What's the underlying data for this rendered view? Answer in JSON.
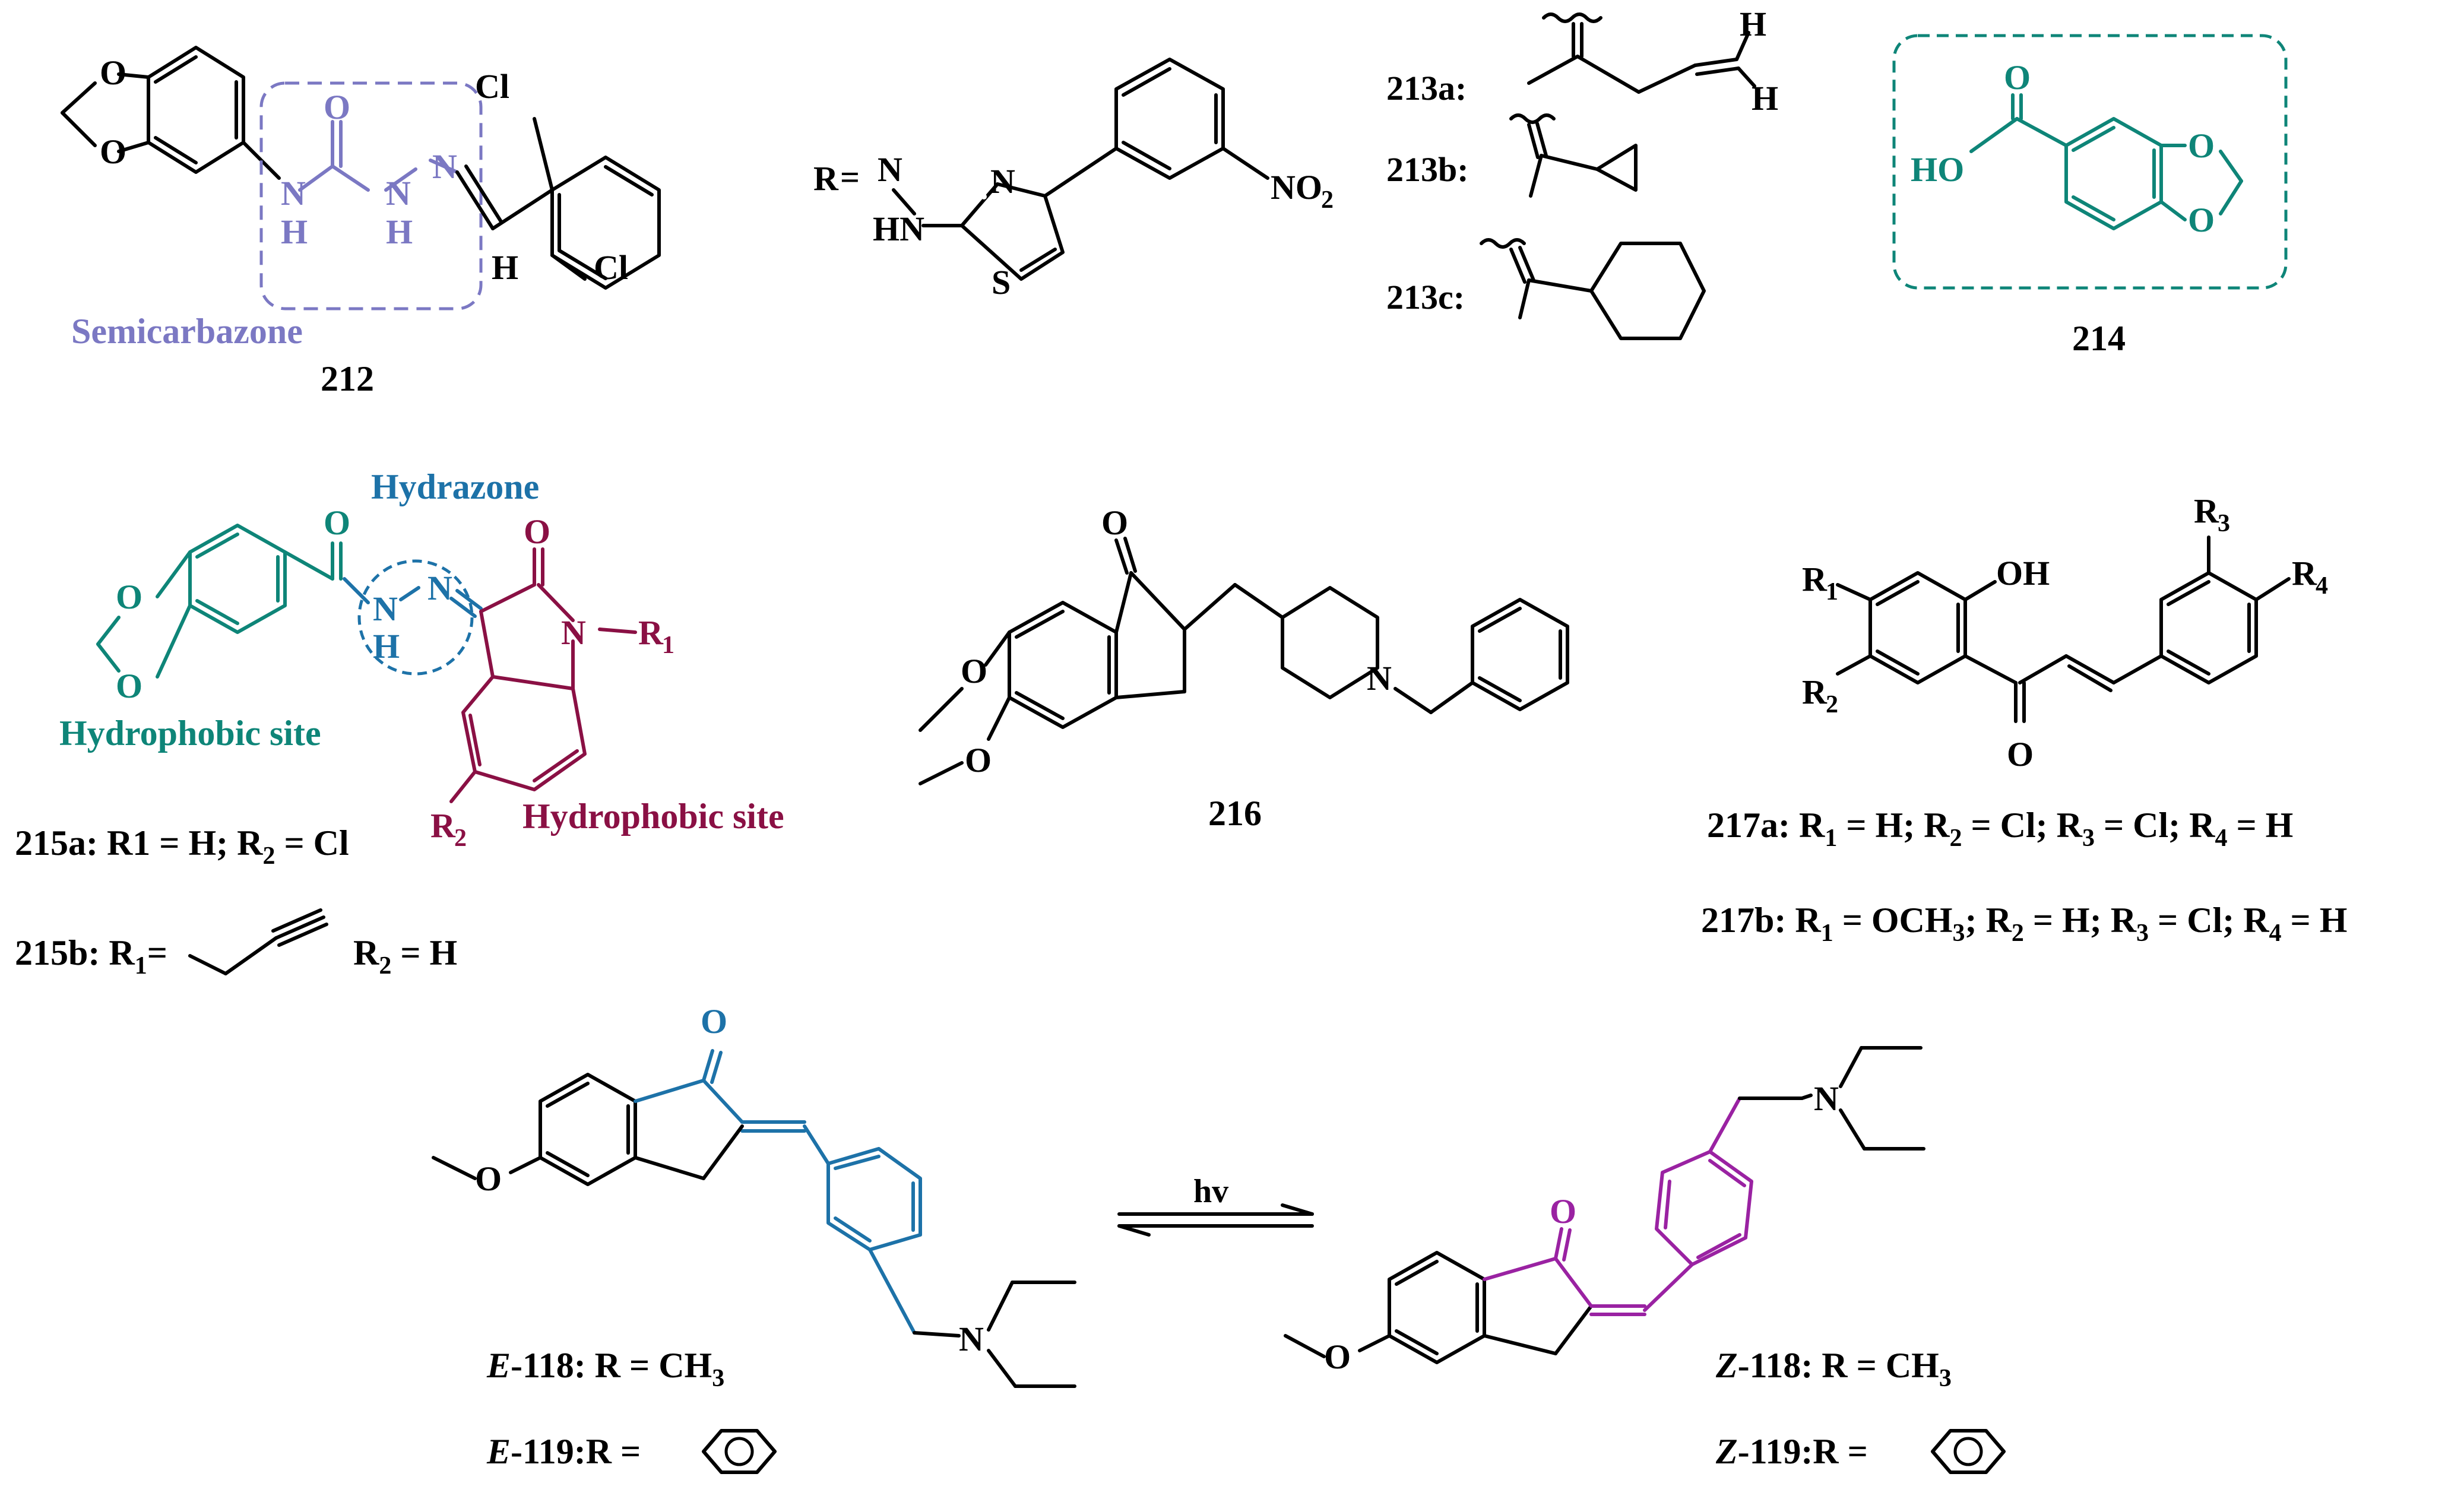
{
  "colors": {
    "black": "#000000",
    "lavender": "#7b78c3",
    "teal": "#0e8578",
    "blue": "#1d72a8",
    "maroon": "#8a1044",
    "purple": "#9a22a2"
  },
  "c212": {
    "label": "212",
    "highlight": "Semicarbazone",
    "atoms": {
      "O1": "O",
      "O2": "O",
      "O_carbonyl": "O",
      "NH1_N": "N",
      "NH1_H": "H",
      "NH2_N": "N",
      "NH2_H": "H",
      "N_imine": "N",
      "H_vinyl": "H",
      "Cl1": "Cl",
      "Cl2": "Cl"
    }
  },
  "c213_r": {
    "r_label": "R",
    "equals": "=",
    "atoms": {
      "N1": "N",
      "N2": "N",
      "HN": "HN",
      "N_ring": "N",
      "S": "S",
      "NO": "NO",
      "two": "2"
    }
  },
  "c213": {
    "a_label": "213a:",
    "b_label": "213b:",
    "c_label": "213c:",
    "H_top": "H",
    "H_bottom": "H"
  },
  "c214": {
    "label": "214",
    "atoms": {
      "O_carbonyl": "O",
      "HO": "HO",
      "O1": "O",
      "O2": "O"
    }
  },
  "c215": {
    "hydrazone": "Hydrazone",
    "site_left": "Hydrophobic site",
    "site_right": "Hydrophobic site",
    "atoms": {
      "O_carbonyl": "O",
      "O1": "O",
      "O2": "O",
      "N1": "N",
      "N2": "N",
      "H": "H",
      "O_lactam": "O",
      "N_ring": "N",
      "R1_R": "R",
      "R1_sub": "1",
      "R2_R": "R",
      "R2_sub": "2"
    },
    "line_a": "215a: R1 = H; R",
    "line_a_sub": "2",
    "line_a_tail": " = Cl",
    "line_b": "215b: R",
    "line_b_sub": "1",
    "line_b_eq": "=",
    "line_b_tail": "R",
    "line_b_tail_sub": "2",
    "line_b_tail_rest": " = H"
  },
  "c216": {
    "label": "216",
    "atoms": {
      "O": "O",
      "O1": "O",
      "O2": "O",
      "N": "N"
    }
  },
  "c217": {
    "atoms": {
      "R1": "R",
      "R1_sub": "1",
      "R2": "R",
      "R2_sub": "2",
      "OH": "OH",
      "O": "O",
      "R3": "R",
      "R3_sub": "3",
      "R4": "R",
      "R4_sub": "4"
    },
    "line_a": [
      {
        "t": "217a: R"
      },
      {
        "s": "1"
      },
      {
        "t": " = H; R"
      },
      {
        "s": "2"
      },
      {
        "t": " = Cl; R"
      },
      {
        "s": "3"
      },
      {
        "t": " = Cl; R"
      },
      {
        "s": "4"
      },
      {
        "t": " = H"
      }
    ],
    "line_b": [
      {
        "t": "217b: R"
      },
      {
        "s": "1"
      },
      {
        "t": " = OCH"
      },
      {
        "s": "3"
      },
      {
        "t": "; R"
      },
      {
        "s": "2"
      },
      {
        "t": " = H; R"
      },
      {
        "s": "3"
      },
      {
        "t": " = Cl; R"
      },
      {
        "s": "4"
      },
      {
        "t": " = H"
      }
    ]
  },
  "c118": {
    "arrow_label": "hv",
    "E_atoms": {
      "O": "O",
      "O_methoxy": "O",
      "N": "N"
    },
    "Z_atoms": {
      "O": "O",
      "O_methoxy": "O",
      "N": "N"
    },
    "E118_prefix": "E",
    "E118_text": "-118: R = CH",
    "E118_sub": "3",
    "E119_prefix": "E",
    "E119_text": "-119:R =",
    "Z118_prefix": "Z",
    "Z118_text": "-118: R = CH",
    "Z118_sub": "3",
    "Z119_prefix": "Z",
    "Z119_text": "-119:R ="
  }
}
